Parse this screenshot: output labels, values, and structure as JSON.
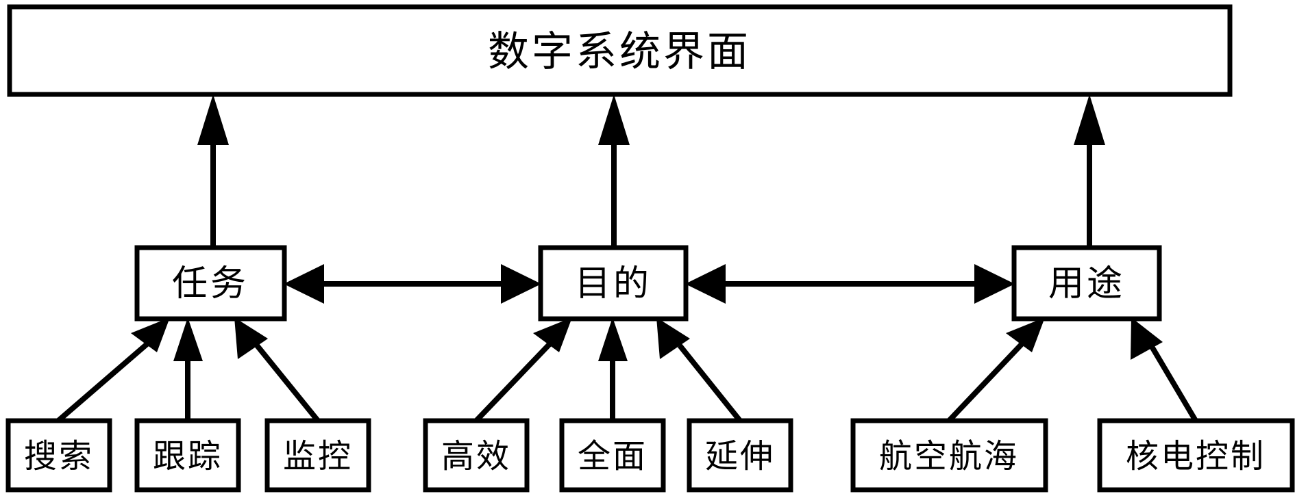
{
  "diagram": {
    "title_node": {
      "id": "system-interface",
      "label": "数字系统界面"
    },
    "mid_nodes": [
      {
        "id": "task",
        "label": "任务"
      },
      {
        "id": "purpose",
        "label": "目的"
      },
      {
        "id": "usage",
        "label": "用途"
      }
    ],
    "leaf_nodes": [
      {
        "id": "search",
        "label": "搜索",
        "parent": "task"
      },
      {
        "id": "track",
        "label": "跟踪",
        "parent": "task"
      },
      {
        "id": "monitor",
        "label": "监控",
        "parent": "task"
      },
      {
        "id": "efficient",
        "label": "高效",
        "parent": "purpose"
      },
      {
        "id": "comprehensive",
        "label": "全面",
        "parent": "purpose"
      },
      {
        "id": "extension",
        "label": "延伸",
        "parent": "purpose"
      },
      {
        "id": "aviation-maritime",
        "label": "航空航海",
        "parent": "usage"
      },
      {
        "id": "nuclear-control",
        "label": "核电控制",
        "parent": "usage"
      }
    ],
    "colors": {
      "stroke": "#000000",
      "fill": "#ffffff",
      "text": "#000000"
    }
  }
}
